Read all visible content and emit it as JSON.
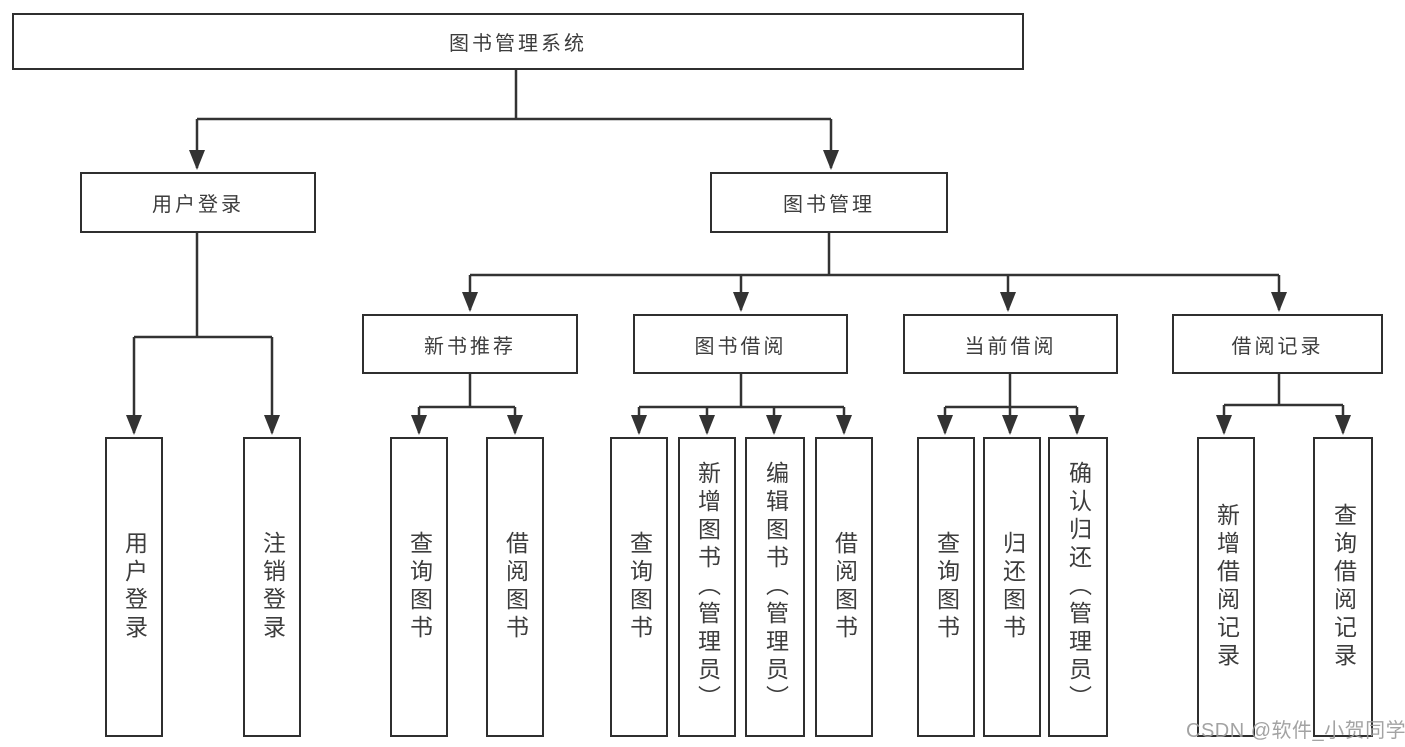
{
  "diagram": {
    "root": {
      "label": "图书管理系统"
    },
    "user_login": {
      "label": "用户登录",
      "children": {
        "login": "用户登录",
        "logout": "注销登录"
      }
    },
    "book_management": {
      "label": "图书管理",
      "sections": {
        "new_books": {
          "label": "新书推荐",
          "children": {
            "query": "查询图书",
            "borrow": "借阅图书"
          }
        },
        "borrowing": {
          "label": "图书借阅",
          "children": {
            "query": "查询图书",
            "add": "新增图书（管理员）",
            "edit": "编辑图书（管理员）",
            "borrow": "借阅图书"
          }
        },
        "current": {
          "label": "当前借阅",
          "children": {
            "query": "查询图书",
            "return": "归还图书",
            "confirm": "确认归还（管理员）"
          }
        },
        "records": {
          "label": "借阅记录",
          "children": {
            "add": "新增借阅记录",
            "query": "查询借阅记录"
          }
        }
      }
    },
    "colors": {
      "line": "#333333",
      "box_border": "#2f2f2f",
      "text": "#3d3d3d",
      "background": "#ffffff",
      "watermark": "#9c9c9c"
    }
  },
  "watermark": {
    "text": "CSDN @软件_小贺同学"
  }
}
